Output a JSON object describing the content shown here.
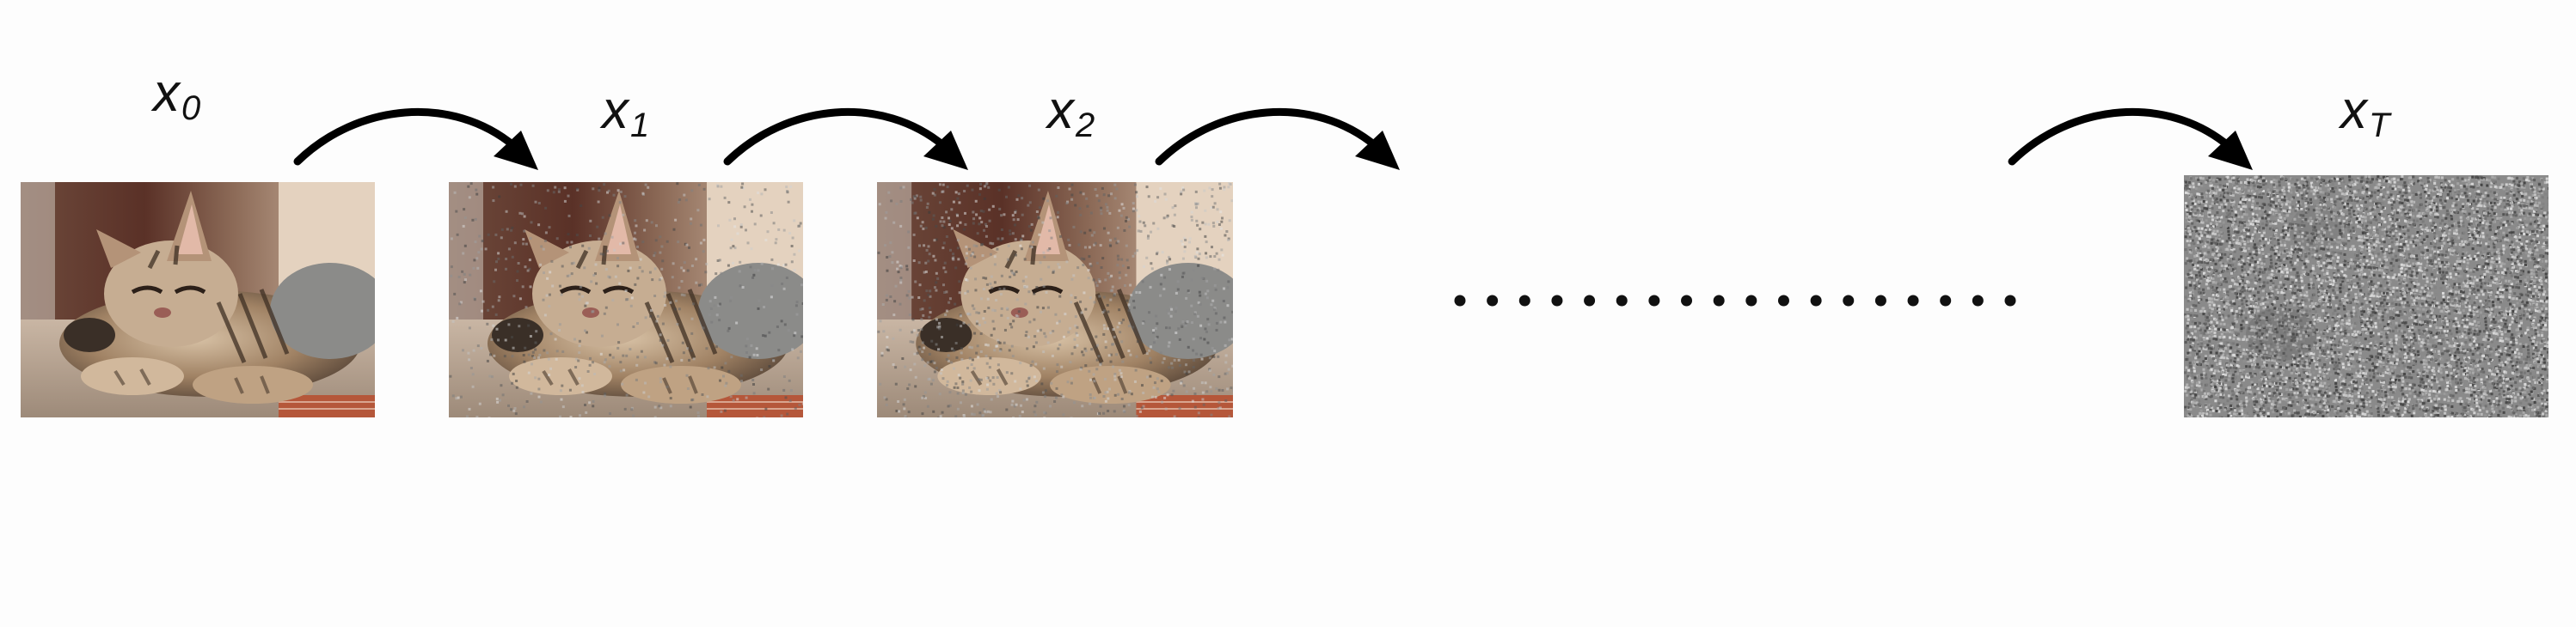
{
  "diagram": {
    "states": [
      {
        "symbol": "x",
        "subscript": "0",
        "noise_level": 0.0,
        "kind": "image"
      },
      {
        "symbol": "x",
        "subscript": "1",
        "noise_level": 0.25,
        "kind": "image"
      },
      {
        "symbol": "x",
        "subscript": "2",
        "noise_level": 0.45,
        "kind": "image"
      },
      {
        "symbol": "x",
        "subscript": "T",
        "noise_level": 1.0,
        "kind": "pure-noise"
      }
    ],
    "ellipsis_dot_count": 18,
    "colors": {
      "arrow": "#000000",
      "text": "#111111",
      "noise_gray": "#8a8a8a"
    }
  }
}
